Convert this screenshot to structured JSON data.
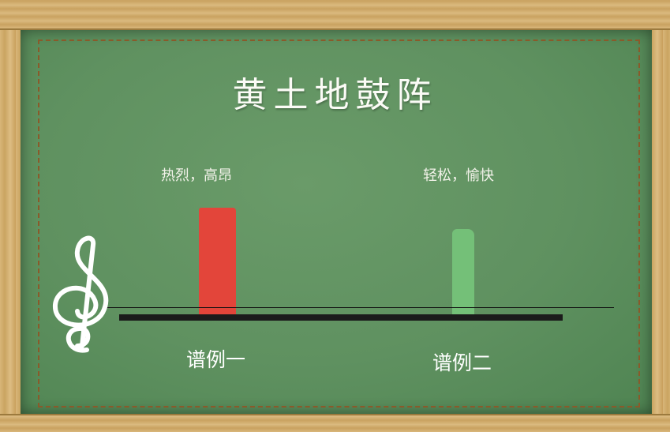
{
  "slide": {
    "title": "黄土地鼓阵",
    "notes": [
      "热烈，高昂",
      "轻松，愉快"
    ],
    "labels": [
      "谱例一",
      "谱例二"
    ]
  },
  "colors": {
    "board": "#5f9160",
    "bar_1": "#e3453a",
    "bar_2": "#74c078",
    "frame": "#d2ae6e"
  },
  "icons": {
    "clef": "treble-clef-icon"
  }
}
